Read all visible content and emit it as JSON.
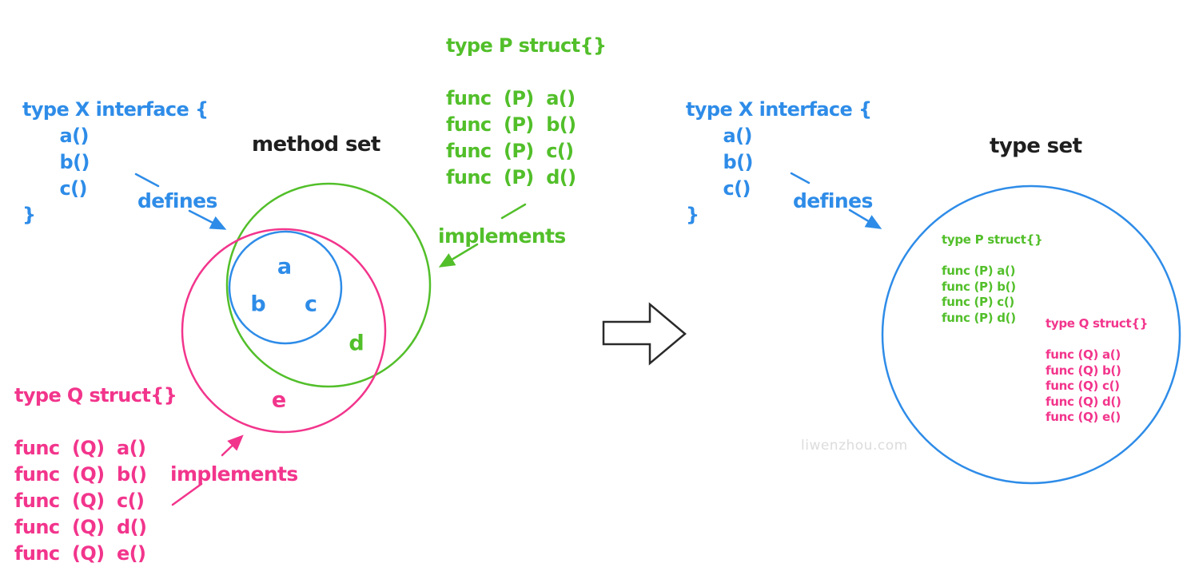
{
  "colors": {
    "interface_blue": "#2e8ce8",
    "struct_green": "#52bf2a",
    "struct_pink": "#f2358c",
    "ink_black": "#1f1f1f",
    "watermark_gray": "#dcdcdc"
  },
  "left": {
    "title": "method set",
    "interface_code": "type X interface {\n      a()\n      b()\n      c()\n}",
    "defines_label": "defines",
    "p_code": "type P struct{}\n\nfunc  (P)  a()\nfunc  (P)  b()\nfunc  (P)  c()\nfunc  (P)  d()",
    "implements_p_label": "implements",
    "q_code": "type Q struct{}\n\nfunc  (Q)  a()\nfunc  (Q)  b()\nfunc  (Q)  c()\nfunc  (Q)  d()\nfunc  (Q)  e()",
    "implements_q_label": "implements",
    "venn": {
      "a": "a",
      "b": "b",
      "c": "c",
      "d": "d",
      "e": "e"
    }
  },
  "right": {
    "title": "type set",
    "interface_code": "type X interface {\n      a()\n      b()\n      c()\n}",
    "defines_label": "defines",
    "p_code": "type P struct{}\n\nfunc (P) a()\nfunc (P) b()\nfunc (P) c()\nfunc (P) d()",
    "q_code": "type Q struct{}\n\nfunc (Q) a()\nfunc (Q) b()\nfunc (Q) c()\nfunc (Q) d()\nfunc (Q) e()"
  },
  "watermark": "liwenzhou.com"
}
